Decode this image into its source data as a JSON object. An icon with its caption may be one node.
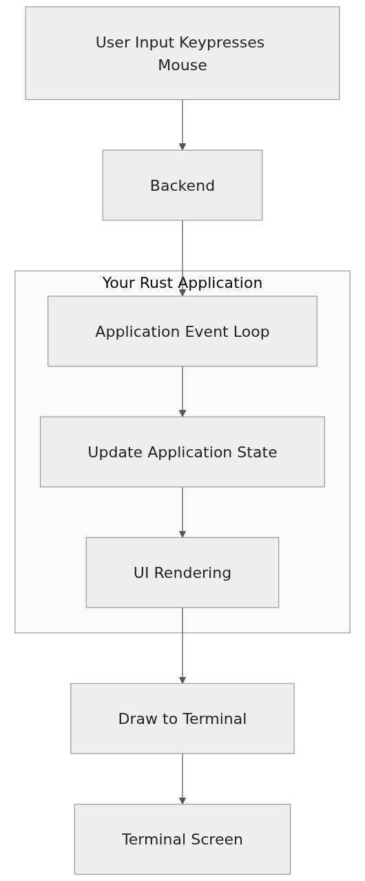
{
  "diagram": {
    "nodes": [
      {
        "text": [
          "User Input Keypresses Mouse"
        ]
      },
      {
        "text": [
          "Backend"
        ]
      },
      {
        "text": [
          "Your Rust Application"
        ]
      },
      {
        "text": [
          "Application Event Loop"
        ],
        "in": 2
      },
      {
        "text": [
          "Update Application State"
        ],
        "in": 2
      },
      {
        "text": [
          "UI Rendering"
        ],
        "in": 2
      },
      {
        "text": [
          "Draw to Terminal"
        ]
      },
      {
        "text": [
          "Terminal Screen"
        ]
      }
    ],
    "edges": [
      {
        "from": 0,
        "to": 1,
        "arrow": "to"
      },
      {
        "from": 1,
        "to": 3,
        "arrow": "to"
      },
      {
        "from": 3,
        "to": 4,
        "arrow": "to"
      },
      {
        "from": 4,
        "to": 5,
        "arrow": "to"
      },
      {
        "from": 5,
        "to": 6,
        "arrow": "to"
      },
      {
        "from": 6,
        "to": 7,
        "arrow": "to"
      }
    ]
  }
}
